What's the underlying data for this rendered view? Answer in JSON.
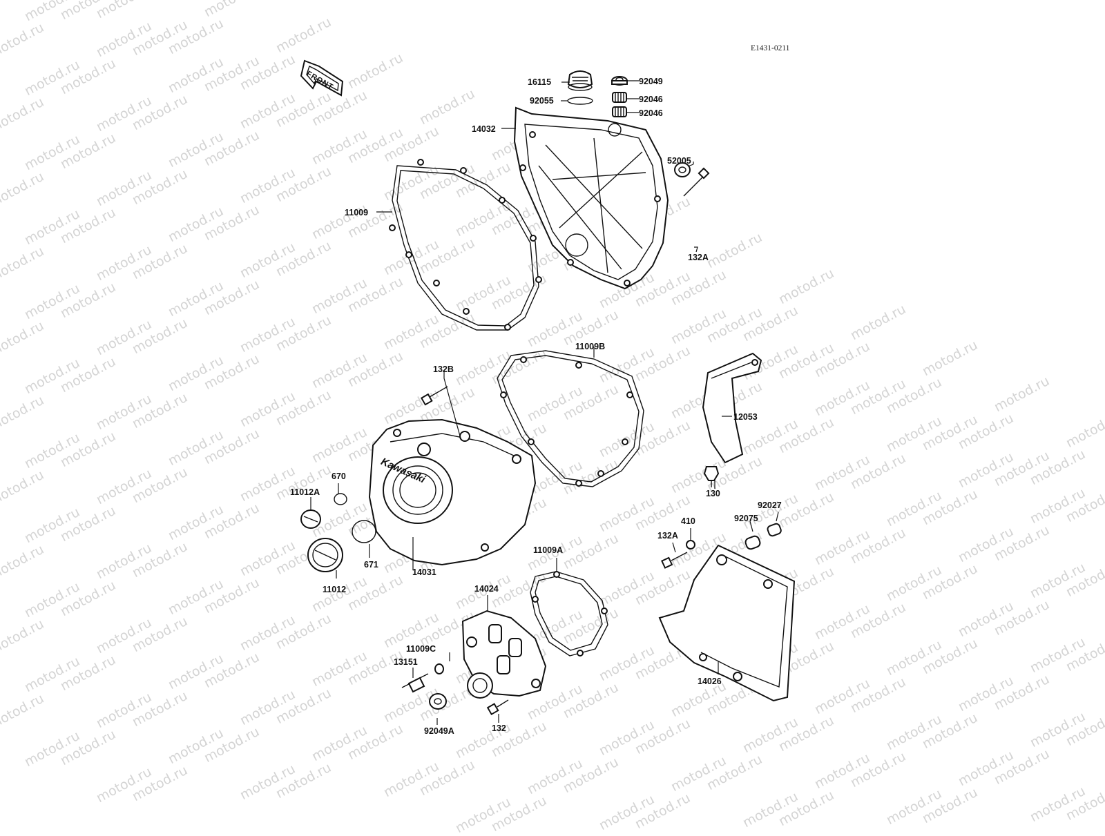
{
  "document_id": "E1431-0211",
  "watermark_text": "motod.ru",
  "front_arrow_label": "FRONT",
  "brand_text": "Kawasaki",
  "parts": [
    {
      "id": "16115"
    },
    {
      "id": "92049"
    },
    {
      "id": "92055"
    },
    {
      "id": "92046"
    },
    {
      "id": "92046"
    },
    {
      "id": "14032"
    },
    {
      "id": "52005"
    },
    {
      "id": "11009"
    },
    {
      "id": "132A"
    },
    {
      "id": "11009B"
    },
    {
      "id": "132B"
    },
    {
      "id": "12053"
    },
    {
      "id": "670"
    },
    {
      "id": "11012A"
    },
    {
      "id": "130"
    },
    {
      "id": "92027"
    },
    {
      "id": "410"
    },
    {
      "id": "92075"
    },
    {
      "id": "132A"
    },
    {
      "id": "671"
    },
    {
      "id": "11012"
    },
    {
      "id": "14031"
    },
    {
      "id": "11009A"
    },
    {
      "id": "14024"
    },
    {
      "id": "11009C"
    },
    {
      "id": "13151"
    },
    {
      "id": "14026"
    },
    {
      "id": "92049A"
    },
    {
      "id": "132"
    }
  ]
}
